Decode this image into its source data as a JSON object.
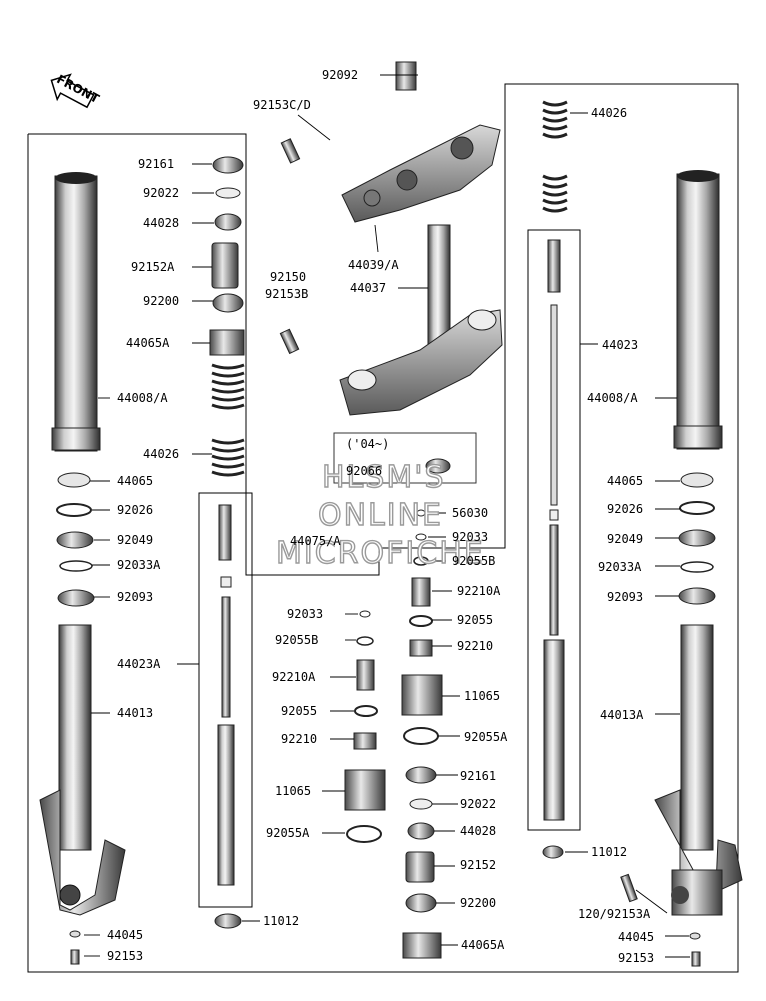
{
  "front_label": "FRONT",
  "year_note": "('04~)",
  "watermark": [
    "HLSM'S",
    "ONLINE",
    "MICROFICHE"
  ],
  "part_labels": [
    "92092",
    "92153C/D",
    "44039/A",
    "44037",
    "92150",
    "92153B",
    "92066",
    "44026",
    "44023",
    "44008/A",
    "44065",
    "92026",
    "92049",
    "92033A",
    "92093",
    "44013A",
    "11012",
    "120/92153A",
    "44045",
    "92153",
    "92161",
    "92022",
    "44028",
    "92152A",
    "92200",
    "44065A",
    "44008/A",
    "92026",
    "44026",
    "44065",
    "92026",
    "92049",
    "92033A",
    "92093",
    "44023A",
    "44013",
    "44045",
    "92153",
    "44075/A",
    "11012",
    "56030",
    "92033",
    "92055B",
    "92210A",
    "92055",
    "92210",
    "11065",
    "92055A",
    "92161",
    "92022",
    "44028",
    "92152",
    "92200",
    "44065A",
    "92033",
    "92055B",
    "92210A",
    "92055",
    "92210",
    "11065",
    "92055A"
  ]
}
